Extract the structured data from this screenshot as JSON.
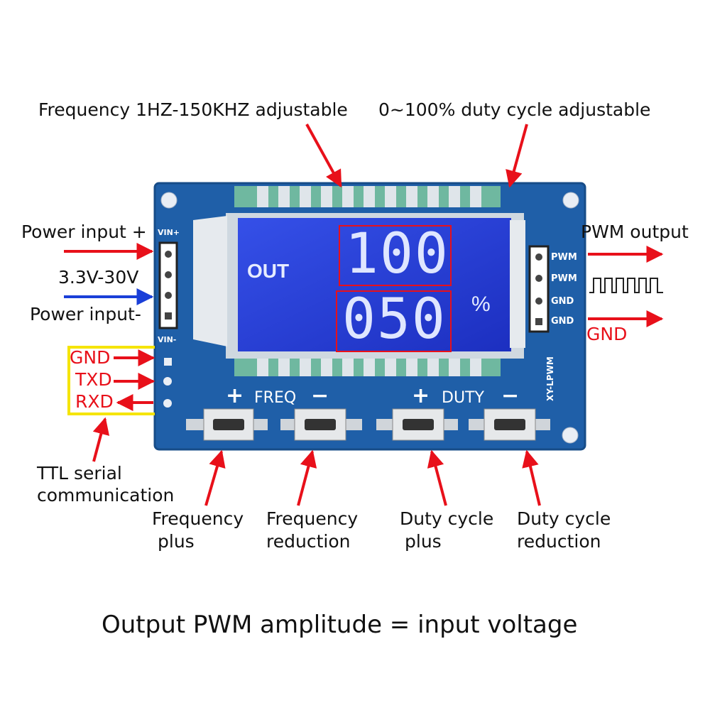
{
  "callouts": {
    "frequency_range": "Frequency 1HZ-150KHZ adjustable",
    "duty_range": "0~100% duty cycle adjustable",
    "power_plus": "Power input +",
    "voltage": "3.3V-30V",
    "power_minus": "Power input-",
    "pwm_output": "PWM output",
    "gnd_out": "GND",
    "ttl_line1": "TTL serial",
    "ttl_line2": "communication",
    "freq_plus_1": "Frequency",
    "freq_plus_2": "plus",
    "freq_red_1": "Frequency",
    "freq_red_2": "reduction",
    "duty_plus_1": "Duty cycle",
    "duty_plus_2": "plus",
    "duty_red_1": "Duty cycle",
    "duty_red_2": "reduction"
  },
  "serial_pins": [
    "GND",
    "TXD",
    "RXD"
  ],
  "board": {
    "vin_plus": "VIN+",
    "vin_minus": "VIN-",
    "out_pins": [
      "PWM",
      "PWM",
      "GND",
      "GND"
    ],
    "model": "XY-LPWM",
    "freq_label": "FREQ",
    "duty_label": "DUTY",
    "plus": "+",
    "minus": "−"
  },
  "lcd": {
    "out_label": "OUT",
    "frequency_value": "100",
    "duty_value": "050",
    "percent": "%"
  },
  "footer": "Output PWM amplitude = input voltage",
  "colors": {
    "pcb": "#1f5fa8",
    "lcd": "#2a3fd8",
    "arrow_red": "#e8101a",
    "arrow_blue": "#1a3fd8",
    "serial_box": "#f5e400"
  }
}
